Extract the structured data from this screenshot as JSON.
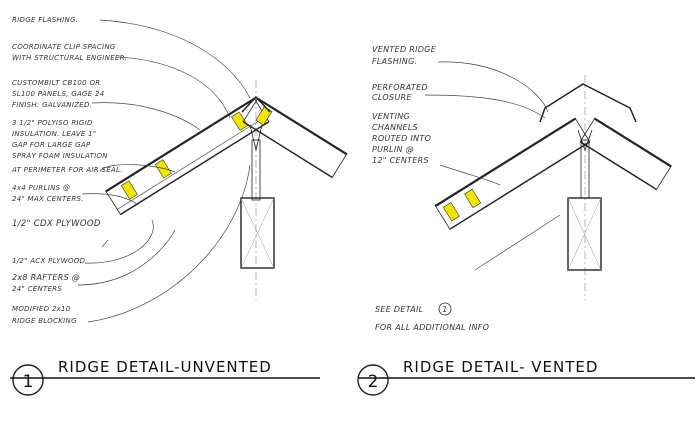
{
  "detail1": {
    "number": "1",
    "title": "RIDGE DETAIL-UNVENTED",
    "labels": [
      "RIDGE FLASHING.",
      "COORDINATE CLIP SPACING",
      "WITH STRUCTURAL ENGINEER.",
      "CUSTOMBILT CB100 OR",
      "SL100 PANELS, GAGE 24",
      "FINISH: GALVANIZED.",
      "3 1/2\" POLYISO RIGID",
      "INSULATION. LEAVE 1\"",
      "GAP FOR LARGE GAP",
      "SPRAY FOAM INSULATION",
      "AT PERIMETER FOR AIR SEAL.",
      "4x4 PURLINS @",
      "24\" MAX CENTERS.",
      "1/2\" CDX PLYWOOD",
      "1/2\" ACX PLYWOOD",
      "2x8 RAFTERS @",
      "24\" CENTERS",
      "MODIFIED 2x10",
      "RIDGE BLOCKING"
    ]
  },
  "detail2": {
    "number": "2",
    "title": "RIDGE DETAIL- VENTED",
    "labels": [
      "VENTED RIDGE",
      "FLASHING.",
      "PERFORATED",
      "CLOSURE",
      "VENTING",
      "CHANNELS",
      "ROUTED INTO",
      "PURLIN @",
      "12\" CENTERS"
    ],
    "note_line1": "SEE DETAIL",
    "note_ref": "1",
    "note_line2": "FOR ALL ADDITIONAL INFO"
  },
  "colors": {
    "insulation_block": "#f2e600",
    "ink": "#222222"
  }
}
